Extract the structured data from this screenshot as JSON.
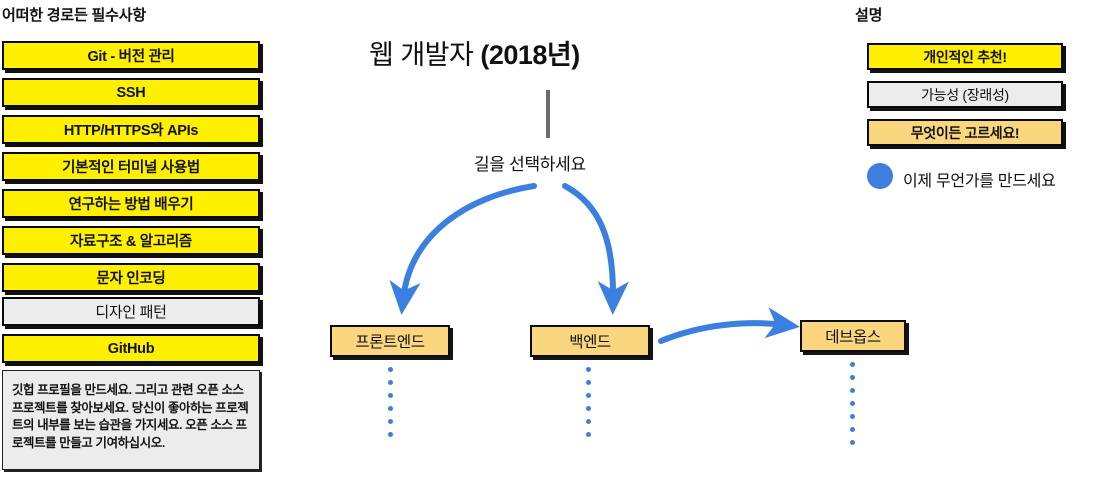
{
  "columns": {
    "required": {
      "header": "어떠한 경로든 필수사항",
      "items": [
        {
          "label": "Git - 버전 관리",
          "style": "yellow"
        },
        {
          "label": "SSH",
          "style": "yellow"
        },
        {
          "label": "HTTP/HTTPS와 APIs",
          "style": "yellow"
        },
        {
          "label": "기본적인 터미널 사용법",
          "style": "yellow"
        },
        {
          "label": "연구하는 방법 배우기",
          "style": "yellow"
        },
        {
          "label": "자료구조 & 알고리즘",
          "style": "yellow"
        },
        {
          "label": "문자 인코딩",
          "style": "yellow"
        },
        {
          "label": "디자인 패턴",
          "style": "gray"
        },
        {
          "label": "GitHub",
          "style": "yellow"
        }
      ],
      "note": "깃헙 프로필을 만드세요. 그리고 관련 오픈 소스 프로젝트를 찾아보세요. 당신이 좋아하는 프로젝트의 내부를 보는 습관을 가지세요. 오픈 소스 프로젝트를 만들고 기여하십시오."
    }
  },
  "center": {
    "title_plain": "웹 개발자 ",
    "title_bold": "(2018년)",
    "choose_label": "길을 선택하세요",
    "nodes": [
      {
        "label": "프론트엔드"
      },
      {
        "label": "백엔드"
      },
      {
        "label": "데브옵스"
      }
    ]
  },
  "legend": {
    "header": "설명",
    "items": [
      {
        "label": "개인적인 추천!",
        "style": "yellow"
      },
      {
        "label": "가능성 (장래성)",
        "style": "gray"
      },
      {
        "label": "무엇이든 고르세요!",
        "style": "orange"
      }
    ],
    "marker": {
      "label": "이제 무언가를 만드세요",
      "shape": "filled-circle"
    }
  },
  "colors": {
    "recommended_yellow": "#FFF000",
    "alternative_gray": "#ECECEC",
    "option_orange": "#FAD77F",
    "accent_blue": "#3B7FE0",
    "stem_gray": "#6B6B6B",
    "outline_black": "#0A0A0A"
  }
}
